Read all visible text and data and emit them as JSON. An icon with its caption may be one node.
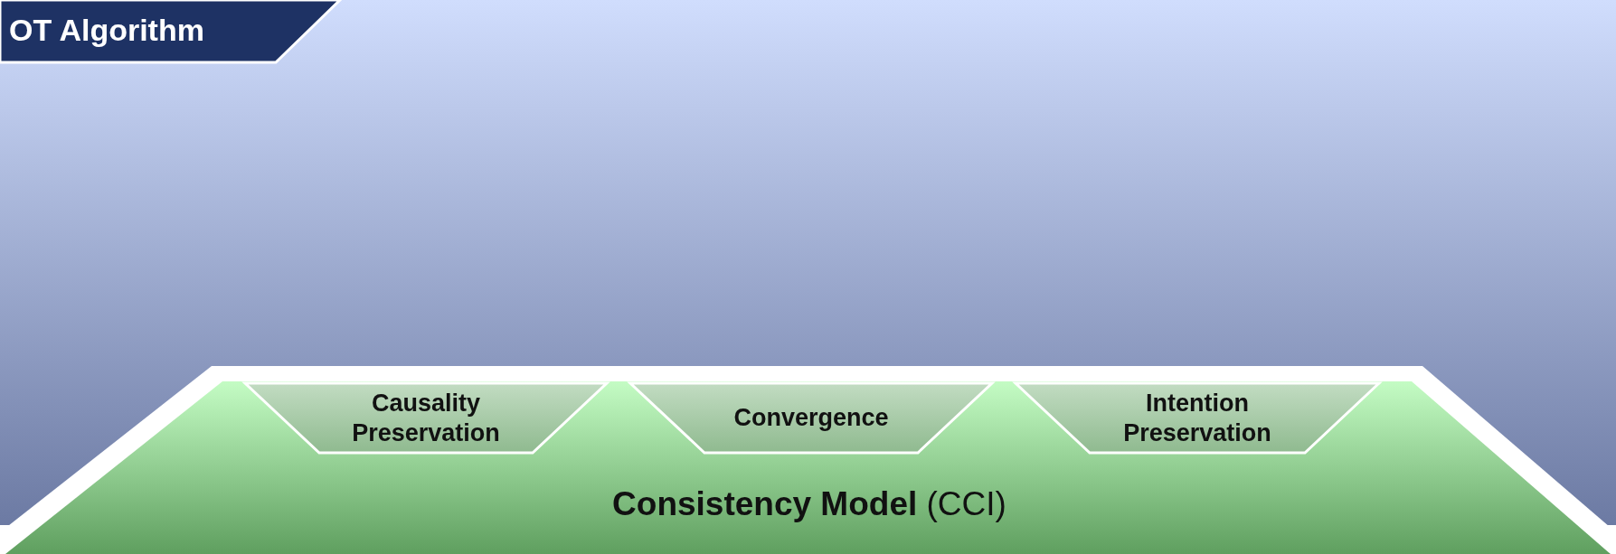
{
  "diagram": {
    "nodes": [
      {
        "text": [
          "OT Algorithm"
        ]
      },
      {
        "text": [
          "**Consistency Model** (CCI)"
        ]
      },
      {
        "text": [
          "Causality Preservation"
        ],
        "in": 1
      },
      {
        "text": [
          "Convergence"
        ],
        "in": 1
      },
      {
        "text": [
          "Intention Preservation"
        ],
        "in": 1
      }
    ]
  }
}
